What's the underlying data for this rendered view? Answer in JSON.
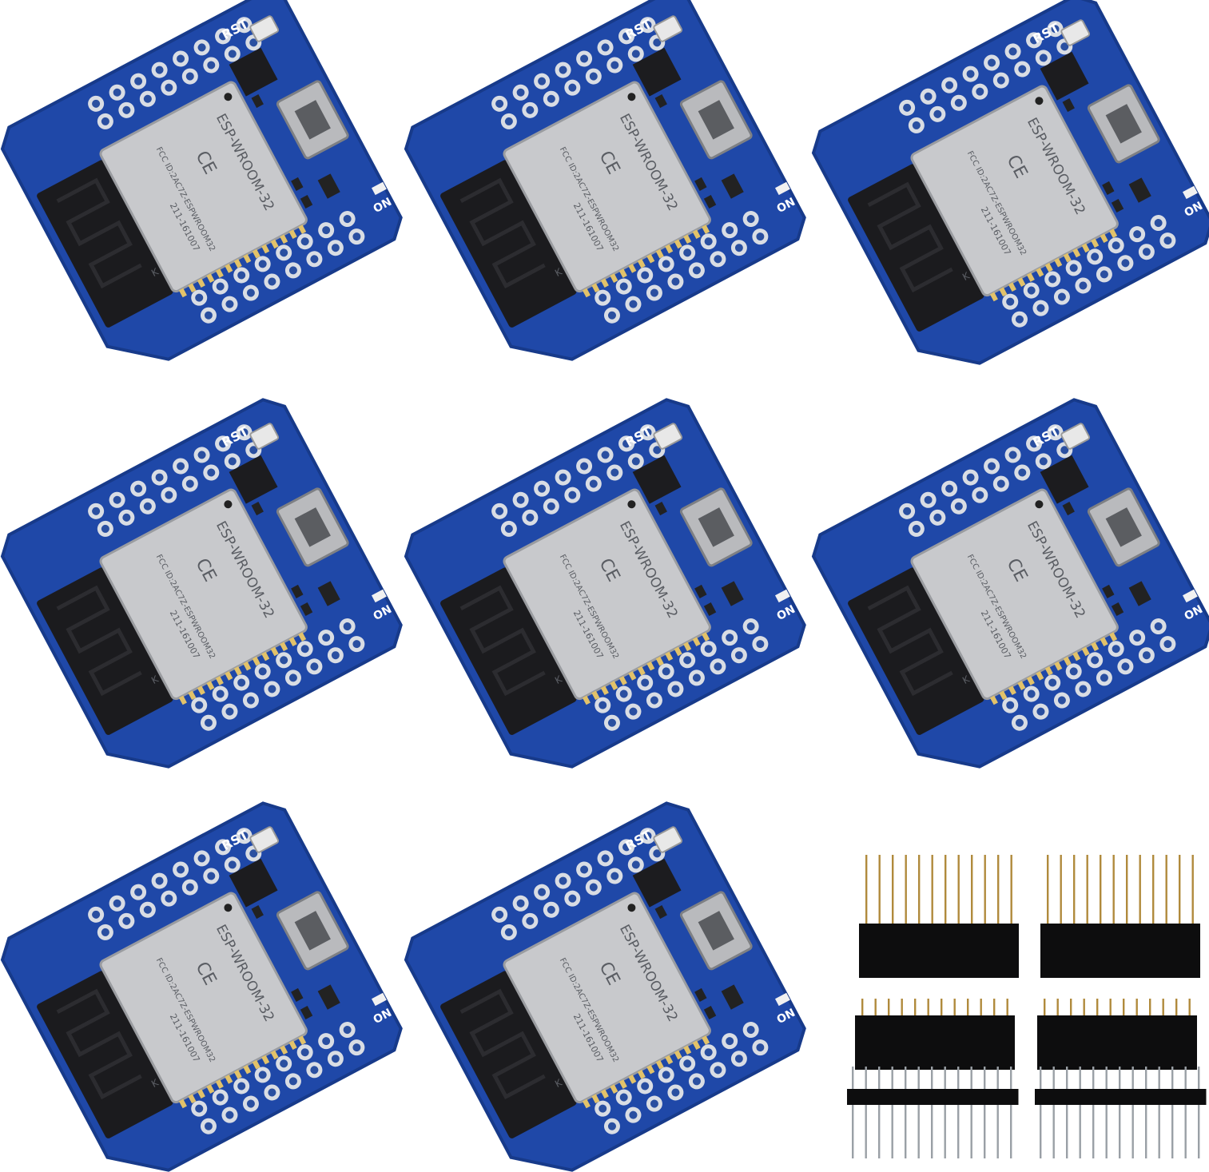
{
  "board": {
    "led_label": "ON",
    "reset_label": "RST",
    "module_model": "ESP-WROOM-32",
    "module_fcc": "FCC ID:2AC7Z-ESPWROOM32",
    "module_cert": "211-161007",
    "module_marks": "CE",
    "antenna_mark": "K"
  },
  "colors": {
    "pcb": "#1f48a8",
    "pcb_edge": "#173a8a",
    "shield": "#c8c9cc",
    "antenna": "#1b1b1e",
    "pad": "#d9dde4"
  }
}
